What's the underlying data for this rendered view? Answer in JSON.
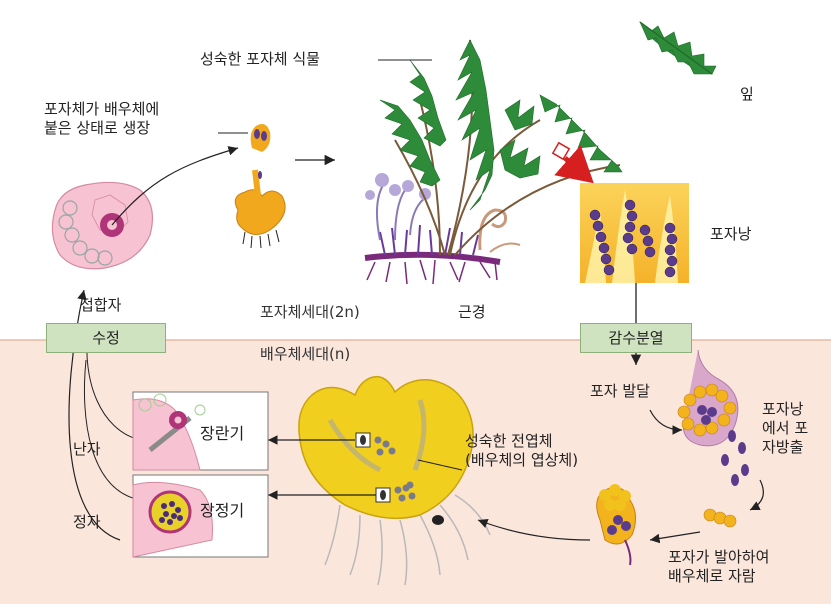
{
  "labels": {
    "mature_sporophyte": "성숙한 포자체 식물",
    "leaf": "잎",
    "sporophyte_grows": "포자체가 배우체에\n붙은 상태로 생장",
    "sporangium": "포자낭",
    "zygote": "접합자",
    "fertilization": "수정",
    "sporophyte_generation": "포자체세대(2n)",
    "rhizome": "근경",
    "meiosis": "감수분열",
    "gametophyte_generation": "배우체세대(n)",
    "spore_development": "포자 발달",
    "archegonium": "장란기",
    "antheridium": "장정기",
    "egg": "난자",
    "sperm": "정자",
    "mature_prothallus": "성숙한 전엽체\n(배우체의 엽상체)",
    "spore_release": "포자낭\n에서 포\n자방출",
    "spore_germinates": "포자가 발아하여\n배우체로 자람"
  },
  "colors": {
    "sporophyte_bg": "#ffffff",
    "gametophyte_bg": "#fbe6dc",
    "box_fill": "#cfe3c0",
    "fern_green": "#2e8b3a",
    "prothallus_yellow": "#f0cf1e",
    "spore_purple": "#5b3c8c",
    "arrow_red": "#d62020"
  }
}
